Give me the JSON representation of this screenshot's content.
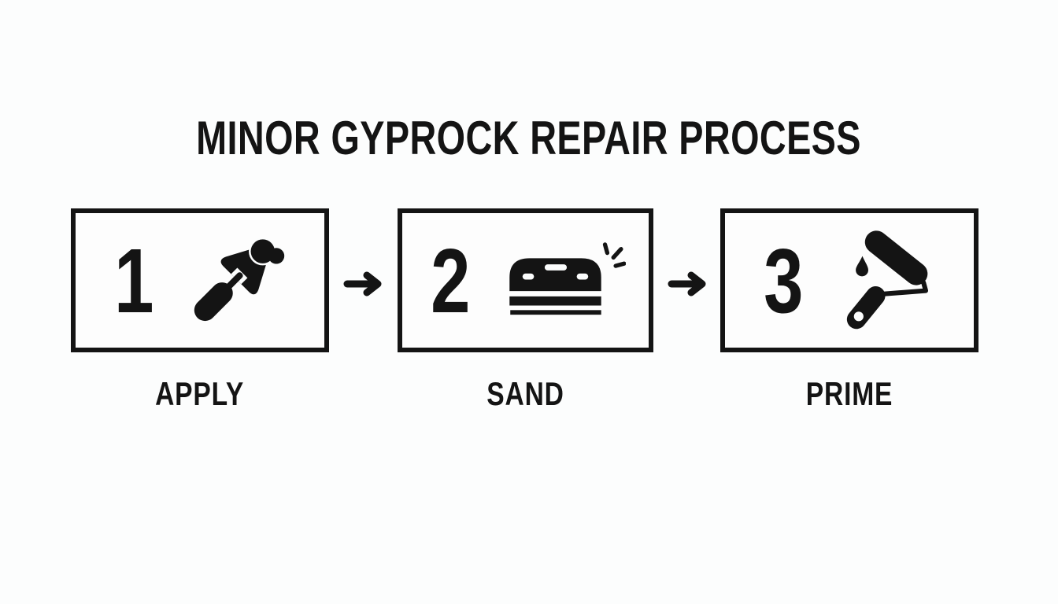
{
  "title": "MINOR GYPROCK REPAIR PROCESS",
  "colors": {
    "background": "#fcfdfd",
    "ink": "#141414"
  },
  "steps": [
    {
      "number": "1",
      "label": "APPLY",
      "icon": "trowel-icon"
    },
    {
      "number": "2",
      "label": "SAND",
      "icon": "sanding-block-icon"
    },
    {
      "number": "3",
      "label": "PRIME",
      "icon": "paint-roller-icon"
    }
  ],
  "connectors": [
    {
      "icon": "arrow-right-icon"
    },
    {
      "icon": "arrow-right-icon"
    }
  ]
}
